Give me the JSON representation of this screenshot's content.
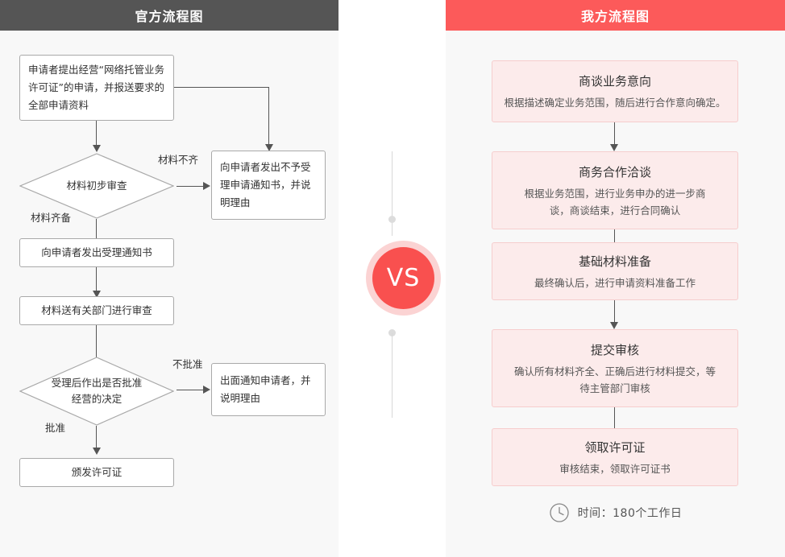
{
  "left": {
    "header": "官方流程图",
    "nodes": {
      "n1": "申请者提出经营“网络托管业务许可证”的申请，并报送要求的全部申请资料",
      "d1": "材料初步审查",
      "n2": "向申请者发出不予受理申请通知书，并说明理由",
      "n3": "向申请者发出受理通知书",
      "n4": "材料送有关部门进行审查",
      "d2": "受理后作出是否批准经营的决定",
      "n5": "出面通知申请者，并说明理由",
      "n6": "颁发许可证"
    },
    "edge_labels": {
      "e1": "材料不齐",
      "e2": "材料齐备",
      "e3": "不批准",
      "e4": "批准"
    }
  },
  "middle": {
    "vs_label": "VS"
  },
  "right": {
    "header": "我方流程图",
    "cards": [
      {
        "title": "商谈业务意向",
        "desc": "根据描述确定业务范围，随后进行合作意向确定。"
      },
      {
        "title": "商务合作洽谈",
        "desc": "根据业务范围，进行业务申办的进一步商谈，商谈结束，进行合同确认"
      },
      {
        "title": "基础材料准备",
        "desc": "最终确认后，进行申请资料准备工作"
      },
      {
        "title": "提交审核",
        "desc": "确认所有材料齐全、正确后进行材料提交，等待主管部门审核"
      },
      {
        "title": "领取许可证",
        "desc": "审核结束，领取许可证书"
      }
    ],
    "footer": {
      "icon": "clock-icon",
      "text": "时间：180个工作日"
    }
  },
  "colors": {
    "left_header_bg": "#555555",
    "right_header_bg": "#fc5a5a",
    "card_bg": "#fcebeb",
    "card_border": "#f6cdcd",
    "vs_red": "#f9504f",
    "vs_ring": "#fbd3d3",
    "panel_bg": "#f8f8f8"
  }
}
